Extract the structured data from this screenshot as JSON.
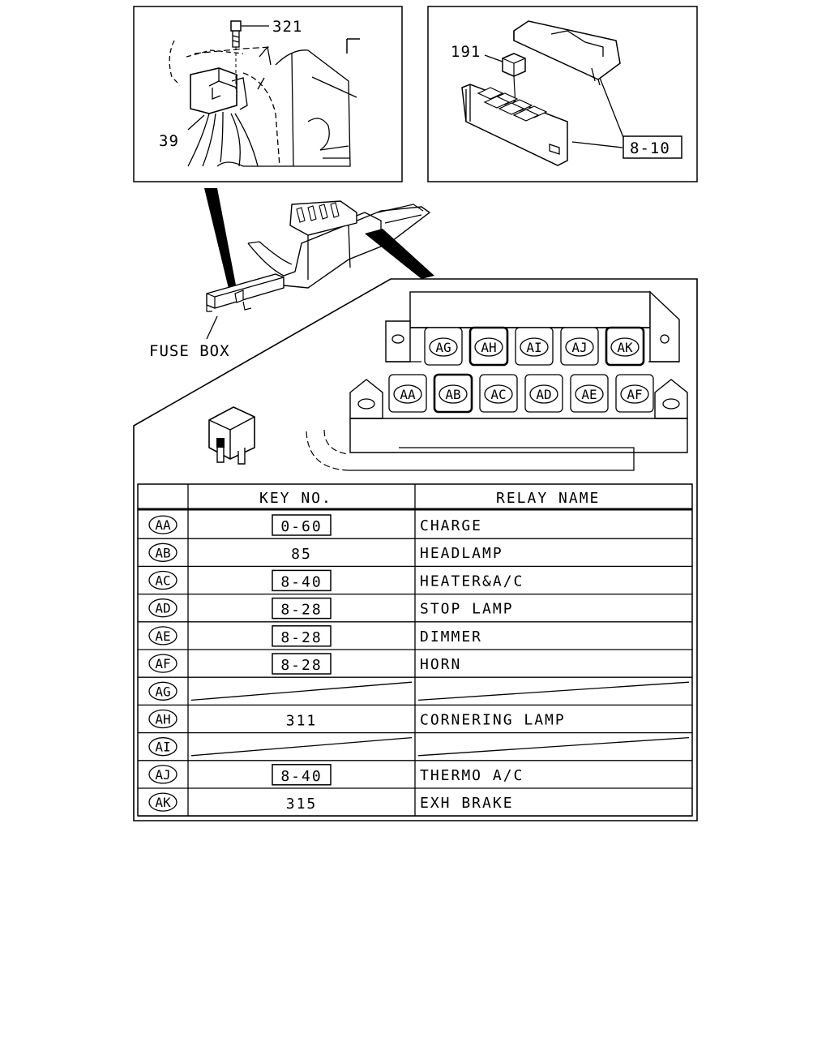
{
  "callouts": {
    "bolt": "321",
    "bracket": "39",
    "relay": "191",
    "ref_box": "8-10"
  },
  "fuse_box_label": "FUSE BOX",
  "slots": {
    "top_row": [
      "AG",
      "AH",
      "AI",
      "AJ",
      "AK"
    ],
    "bottom_row": [
      "AA",
      "AB",
      "AC",
      "AD",
      "AE",
      "AF"
    ],
    "highlighted": [
      "AH",
      "AK",
      "AB"
    ]
  },
  "table": {
    "headers": {
      "key": "KEY NO.",
      "relay": "RELAY NAME"
    },
    "rows": [
      {
        "code": "AA",
        "key": "0-60",
        "boxed": true,
        "name": "CHARGE"
      },
      {
        "code": "AB",
        "key": "85",
        "boxed": false,
        "name": "HEADLAMP"
      },
      {
        "code": "AC",
        "key": "8-40",
        "boxed": true,
        "name": "HEATER&A/C"
      },
      {
        "code": "AD",
        "key": "8-28",
        "boxed": true,
        "name": "STOP LAMP"
      },
      {
        "code": "AE",
        "key": "8-28",
        "boxed": true,
        "name": "DIMMER"
      },
      {
        "code": "AF",
        "key": "8-28",
        "boxed": true,
        "name": "HORN"
      },
      {
        "code": "AG",
        "key": "",
        "boxed": false,
        "name": "",
        "empty": true
      },
      {
        "code": "AH",
        "key": "311",
        "boxed": false,
        "name": "CORNERING LAMP"
      },
      {
        "code": "AI",
        "key": "",
        "boxed": false,
        "name": "",
        "empty": true
      },
      {
        "code": "AJ",
        "key": "8-40",
        "boxed": true,
        "name": "THERMO A/C"
      },
      {
        "code": "AK",
        "key": "315",
        "boxed": false,
        "name": "EXH BRAKE"
      }
    ]
  }
}
